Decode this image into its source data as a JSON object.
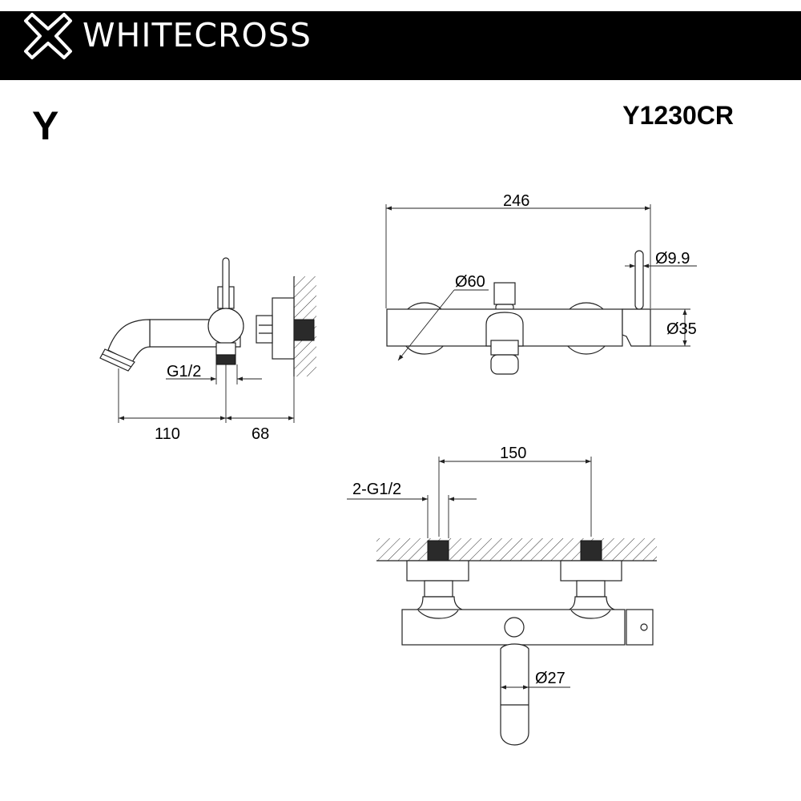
{
  "header": {
    "brand": "WHITECROSS",
    "logo_icon": "cross-outline-icon",
    "background": "#000000"
  },
  "series": "Y",
  "model": "Y1230CR",
  "side_view": {
    "thread_label": "G1/2",
    "dim_spout": "110",
    "dim_wall": "68"
  },
  "front_view": {
    "dim_width": "246",
    "dim_rosette": "Ø60",
    "dim_lever": "Ø9.9",
    "dim_body": "Ø35"
  },
  "top_view": {
    "dim_centers": "150",
    "thread_label": "2-G1/2",
    "dim_spout": "Ø27"
  }
}
